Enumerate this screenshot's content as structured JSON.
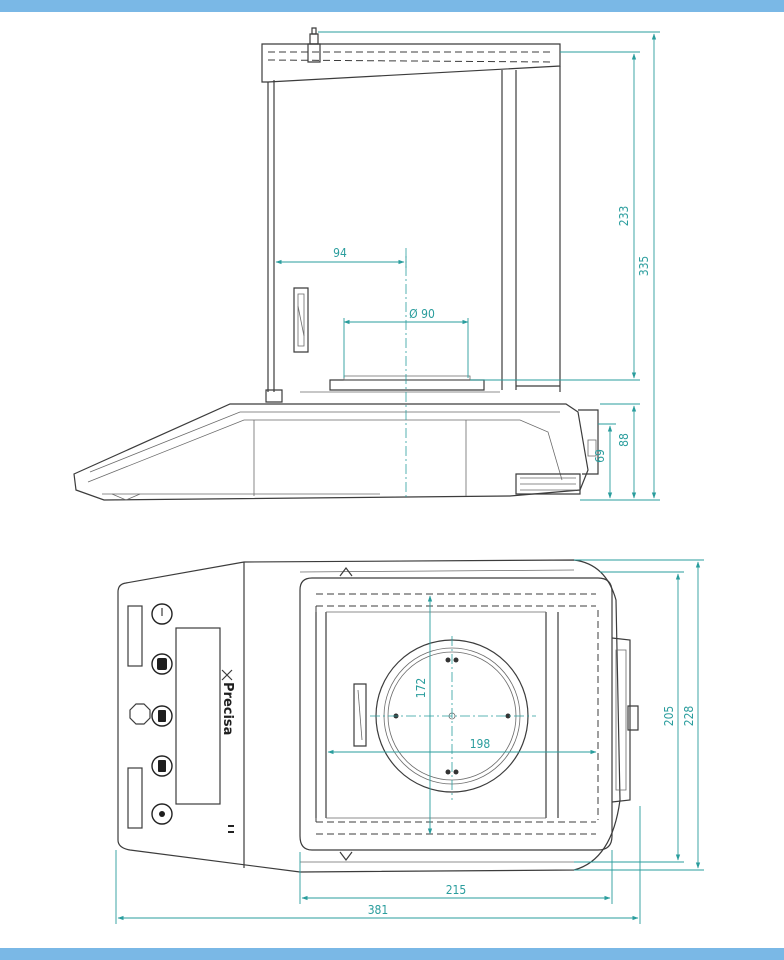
{
  "colors": {
    "band": "#7ab8e6",
    "dimension": "#2a9d9d",
    "outline": "#3c3c3c"
  },
  "side_view": {
    "dimensions": {
      "top_width": "94",
      "pan_diameter": "Ø 90",
      "chamber_height": "233",
      "total_height": "335",
      "base_height": "88",
      "feet_height": "69"
    }
  },
  "top_view": {
    "brand": "Precisa",
    "buttons": [
      "power-icon",
      "tare-icon",
      "mode-icon",
      "print-icon",
      "cal-icon"
    ],
    "dimensions": {
      "chamber_depth": "172",
      "chamber_width": "198",
      "inner_depth": "205",
      "total_depth": "228",
      "chamber_outer_width": "215",
      "total_width": "381"
    }
  }
}
